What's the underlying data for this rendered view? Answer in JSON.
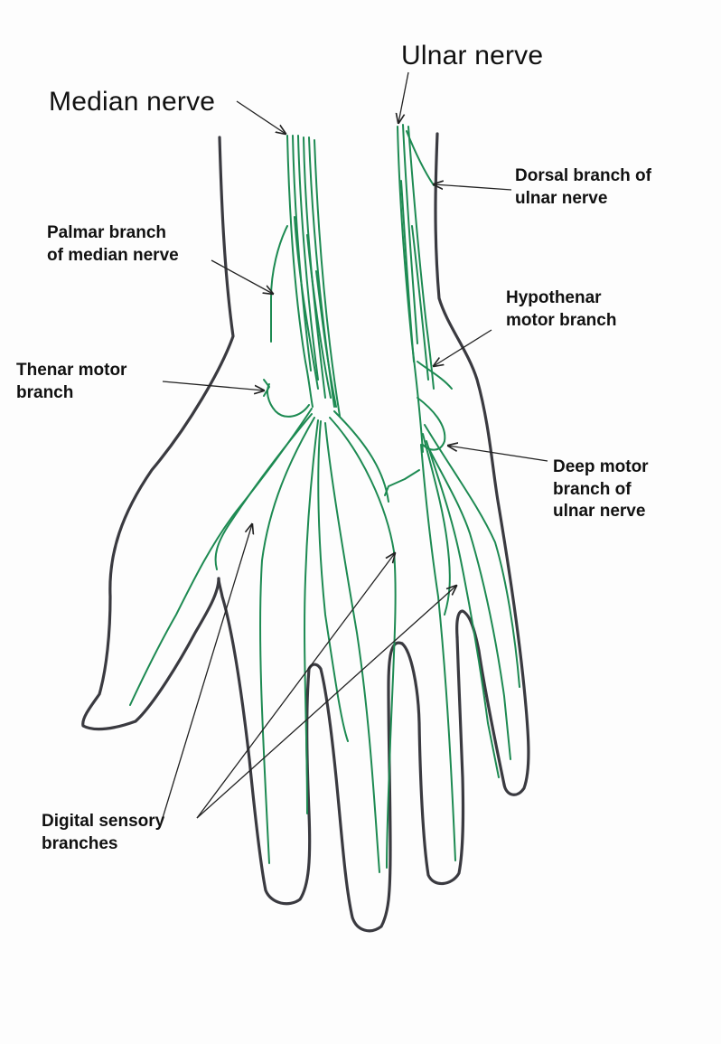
{
  "labels": {
    "median_nerve": "Median nerve",
    "ulnar_nerve": "Ulnar nerve",
    "dorsal_branch_line1": "Dorsal branch of",
    "dorsal_branch_line2": "ulnar nerve",
    "palmar_branch_line1": "Palmar branch",
    "palmar_branch_line2": "of median nerve",
    "hypothenar_line1": "Hypothenar",
    "hypothenar_line2": "motor branch",
    "thenar_line1": "Thenar motor",
    "thenar_line2": "branch",
    "deep_motor_line1": "Deep motor",
    "deep_motor_line2": "branch of",
    "deep_motor_line3": "ulnar nerve",
    "digital_line1": "Digital sensory",
    "digital_line2": "branches"
  },
  "colors": {
    "nerve": "#1d8a52",
    "outline": "#3a3a40",
    "pointer": "#222222",
    "text": "#111111",
    "background": "#fdfdfd"
  }
}
